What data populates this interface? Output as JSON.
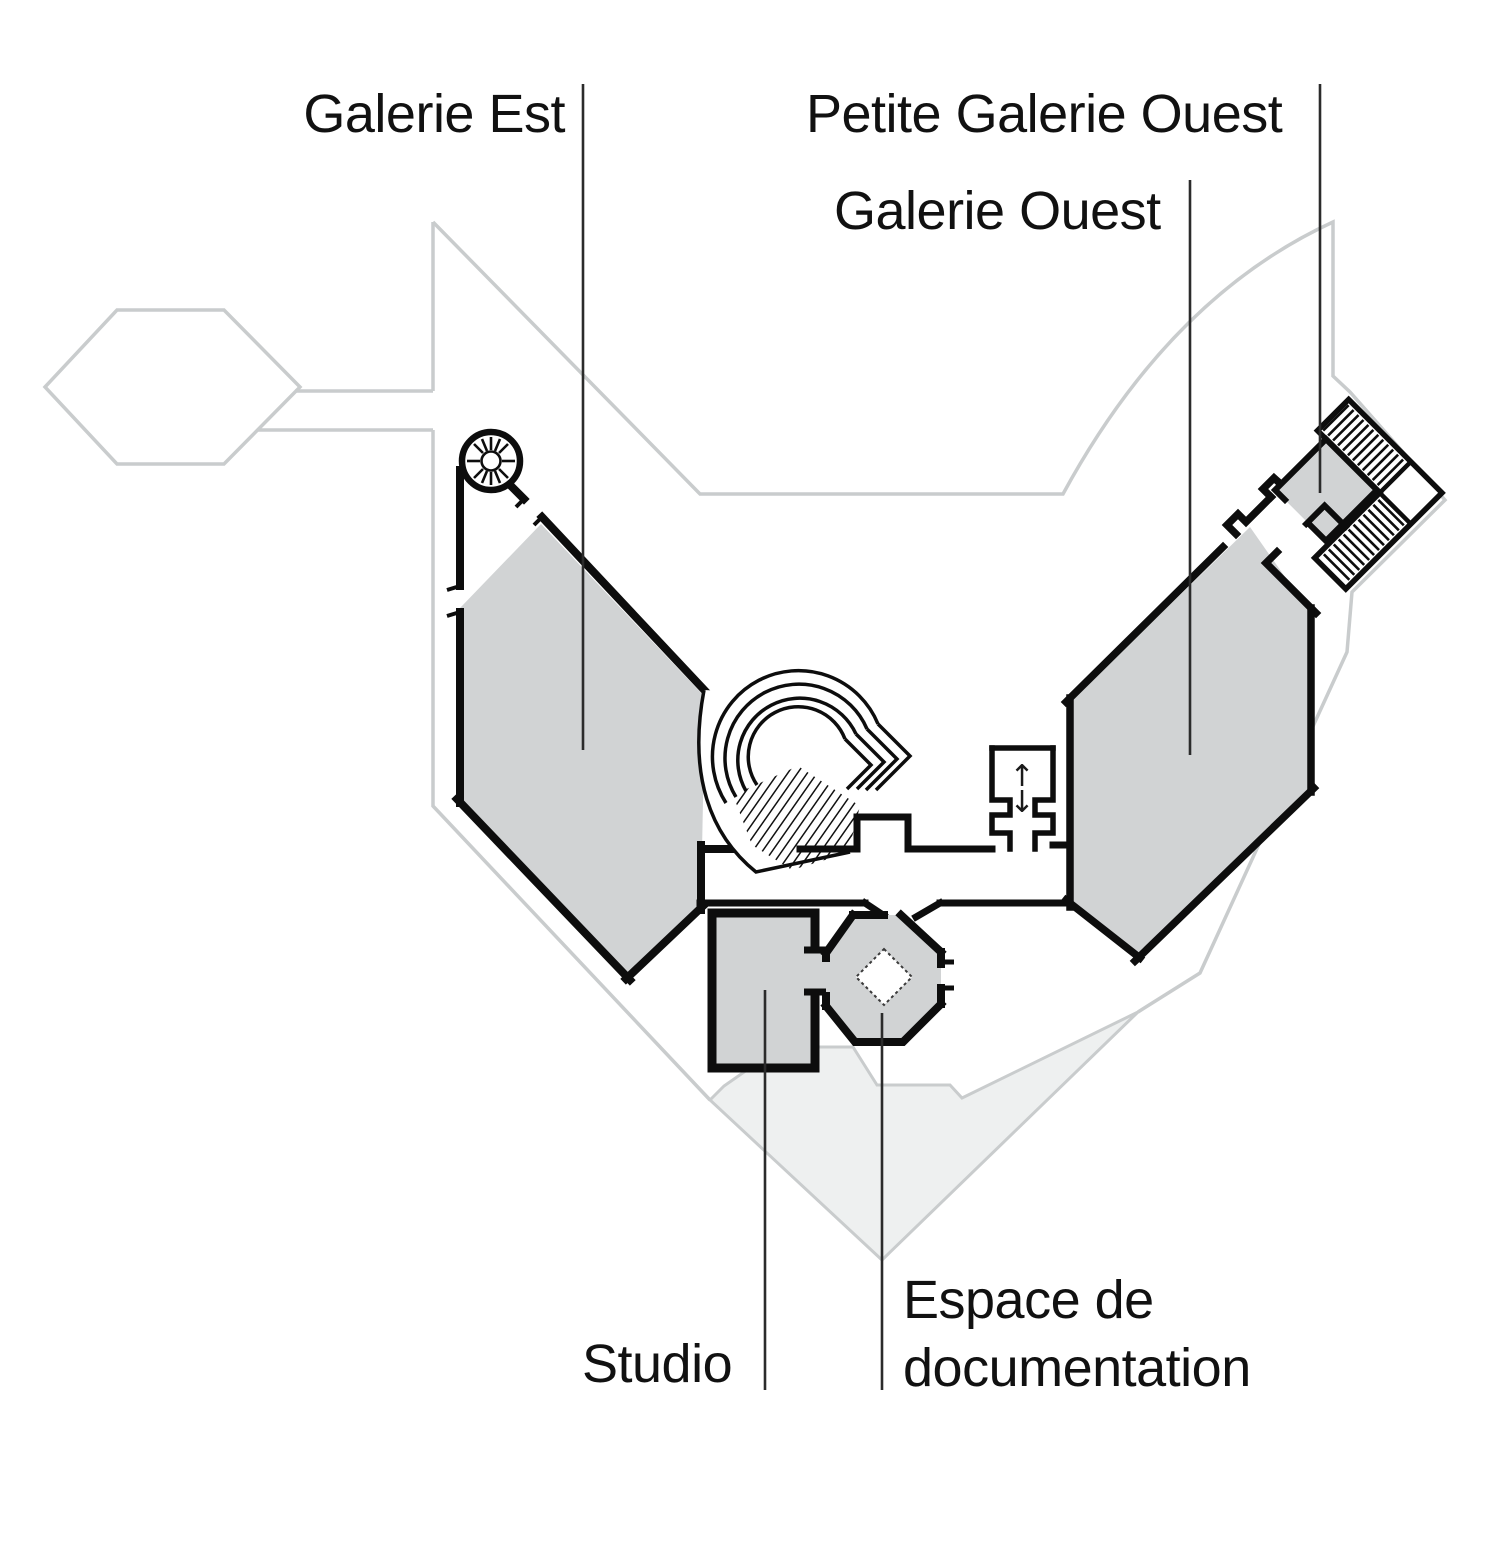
{
  "page": {
    "type": "museum-floor-plan"
  },
  "labels": {
    "galerie_est": "Galerie Est",
    "petite_galerie_ouest": "Petite Galerie Ouest",
    "galerie_ouest": "Galerie Ouest",
    "studio": "Studio",
    "espace_doc_line1": "Espace de",
    "espace_doc_line2": "documentation"
  },
  "icons": {
    "elevator_up": "↑",
    "elevator_down": "↓",
    "spiral_staircase": "spiral-staircase-icon",
    "grand_staircase": "curved-staircase-icon",
    "petite_staircase": "l-shaped-staircase-icon"
  },
  "colors": {
    "room_fill": "#d1d3d4",
    "outline_light": "#c9cccd",
    "terrace_fill": "#eef0f0",
    "wall": "#0d0d0d",
    "leader_line": "#2b2b2b",
    "text": "#111111"
  }
}
